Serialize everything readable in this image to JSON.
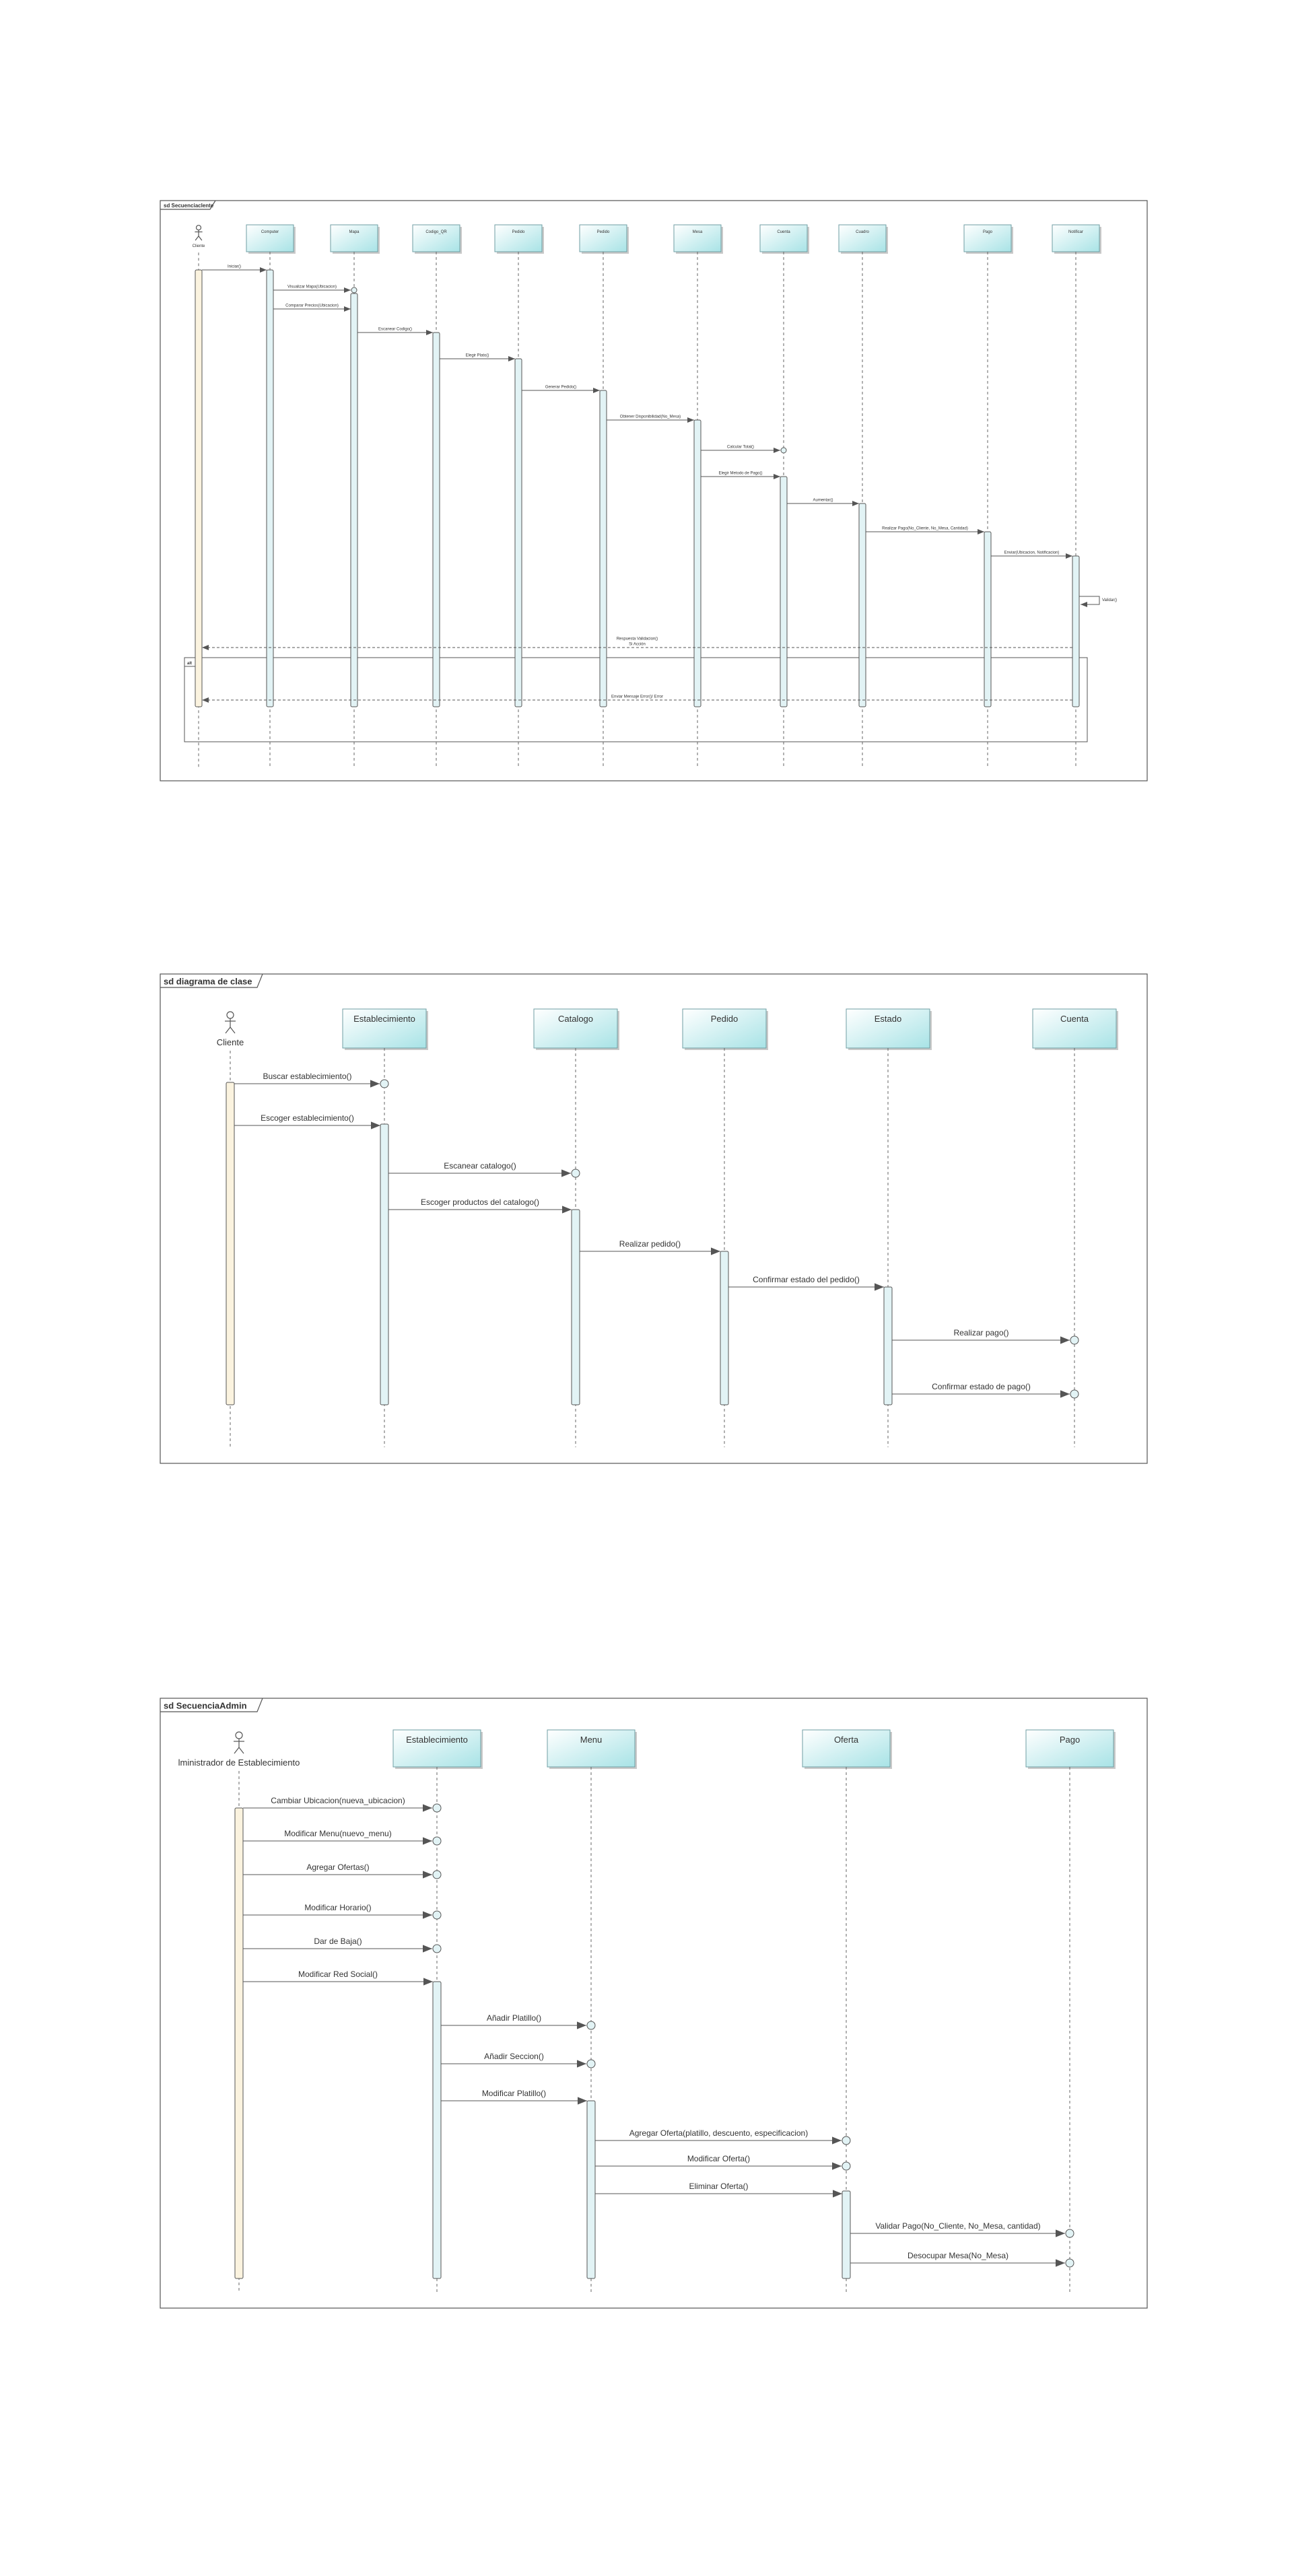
{
  "colors": {
    "frame": "#555555",
    "lifeline_box_top": "#ffffff",
    "lifeline_box_bottom": "#a8e3e6",
    "activation": "#e2f3f5",
    "actor_activation": "#fbf3df",
    "message": "#555555",
    "text": "#333333"
  },
  "diagrams": [
    {
      "id": "sd1",
      "title": "sd Secuenciaclente",
      "participants": [
        {
          "name": "Cliente",
          "kind": "actor"
        },
        {
          "name": "Computer",
          "kind": "box"
        },
        {
          "name": "Mapa",
          "kind": "box"
        },
        {
          "name": "Codigo_QR",
          "kind": "box"
        },
        {
          "name": "Pedido",
          "kind": "box"
        },
        {
          "name": "Pedido",
          "kind": "box"
        },
        {
          "name": "Mesa",
          "kind": "box"
        },
        {
          "name": "Cuenta",
          "kind": "box"
        },
        {
          "name": "Cuadro",
          "kind": "box"
        },
        {
          "name": "Pago",
          "kind": "box"
        },
        {
          "name": "Notificar",
          "kind": "box"
        }
      ],
      "messages": [
        {
          "label": "Iniciar()",
          "from": 0,
          "to": 1
        },
        {
          "label": "Visualizar Mapa(Ubicacion)",
          "from": 1,
          "to": 2
        },
        {
          "label": "Comparar Precios(Ubicacion)",
          "from": 1,
          "to": 2
        },
        {
          "label": "Escanear Codigo()",
          "from": 2,
          "to": 3
        },
        {
          "label": "Elegir Plato()",
          "from": 3,
          "to": 4
        },
        {
          "label": "Generar Pedido()",
          "from": 4,
          "to": 5
        },
        {
          "label": "Obtener Disponibilidad(No_Mesa)",
          "from": 5,
          "to": 6
        },
        {
          "label": "Calcular Total()",
          "from": 6,
          "to": 7
        },
        {
          "label": "Elegir Metodo de Pago()",
          "from": 6,
          "to": 7
        },
        {
          "label": "Aumentar()",
          "from": 7,
          "to": 8
        },
        {
          "label": "Realizar Pago(No_Cliente, No_Mesa, Cantidad)",
          "from": 8,
          "to": 9
        },
        {
          "label": "Enviar(Ubicacion, Notificacion)",
          "from": 9,
          "to": 10
        },
        {
          "label": "Validar()",
          "from": 10,
          "to": 10
        },
        {
          "label": "Respuesta Validacion()",
          "label2": "Si Acción",
          "from": 10,
          "to": 0
        },
        {
          "label": "Enviar Mensaje Error()/ Error",
          "from": 10,
          "to": 0
        }
      ],
      "fragment": {
        "operator": "alt"
      }
    },
    {
      "id": "sd2",
      "title": "sd diagrama de clase",
      "participants": [
        {
          "name": "Cliente",
          "kind": "actor"
        },
        {
          "name": "Establecimiento",
          "kind": "box"
        },
        {
          "name": "Catalogo",
          "kind": "box"
        },
        {
          "name": "Pedido",
          "kind": "box"
        },
        {
          "name": "Estado",
          "kind": "box"
        },
        {
          "name": "Cuenta",
          "kind": "box"
        }
      ],
      "messages": [
        {
          "label": "Buscar establecimiento()",
          "from": 0,
          "to": 1
        },
        {
          "label": "Escoger establecimiento()",
          "from": 0,
          "to": 1
        },
        {
          "label": "Escanear catalogo()",
          "from": 1,
          "to": 2
        },
        {
          "label": "Escoger productos del catalogo()",
          "from": 1,
          "to": 2
        },
        {
          "label": "Realizar pedido()",
          "from": 2,
          "to": 3
        },
        {
          "label": "Confirmar estado del pedido()",
          "from": 3,
          "to": 4
        },
        {
          "label": "Realizar pago()",
          "from": 4,
          "to": 5
        },
        {
          "label": "Confirmar estado de pago()",
          "from": 4,
          "to": 5
        }
      ]
    },
    {
      "id": "sd3",
      "title": "sd SecuenciaAdmin",
      "participants": [
        {
          "name": "lministrador de Establecimiento",
          "kind": "actor"
        },
        {
          "name": "Establecimiento",
          "kind": "box"
        },
        {
          "name": "Menu",
          "kind": "box"
        },
        {
          "name": "Oferta",
          "kind": "box"
        },
        {
          "name": "Pago",
          "kind": "box"
        }
      ],
      "messages": [
        {
          "label": "Cambiar Ubicacion(nueva_ubicacion)",
          "from": 0,
          "to": 1
        },
        {
          "label": "Modificar Menu(nuevo_menu)",
          "from": 0,
          "to": 1
        },
        {
          "label": "Agregar Ofertas()",
          "from": 0,
          "to": 1
        },
        {
          "label": "Modificar Horario()",
          "from": 0,
          "to": 1
        },
        {
          "label": "Dar de Baja()",
          "from": 0,
          "to": 1
        },
        {
          "label": "Modificar Red Social()",
          "from": 0,
          "to": 1
        },
        {
          "label": "Añadir Platillo()",
          "from": 1,
          "to": 2
        },
        {
          "label": "Añadir Seccion()",
          "from": 1,
          "to": 2
        },
        {
          "label": "Modificar Platillo()",
          "from": 1,
          "to": 2
        },
        {
          "label": "Agregar Oferta(platillo, descuento, especificacion)",
          "from": 2,
          "to": 3
        },
        {
          "label": "Modificar Oferta()",
          "from": 2,
          "to": 3
        },
        {
          "label": "Eliminar Oferta()",
          "from": 2,
          "to": 3
        },
        {
          "label": "Validar Pago(No_Cliente, No_Mesa, cantidad)",
          "from": 3,
          "to": 4
        },
        {
          "label": "Desocupar Mesa(No_Mesa)",
          "from": 3,
          "to": 4
        }
      ]
    }
  ]
}
